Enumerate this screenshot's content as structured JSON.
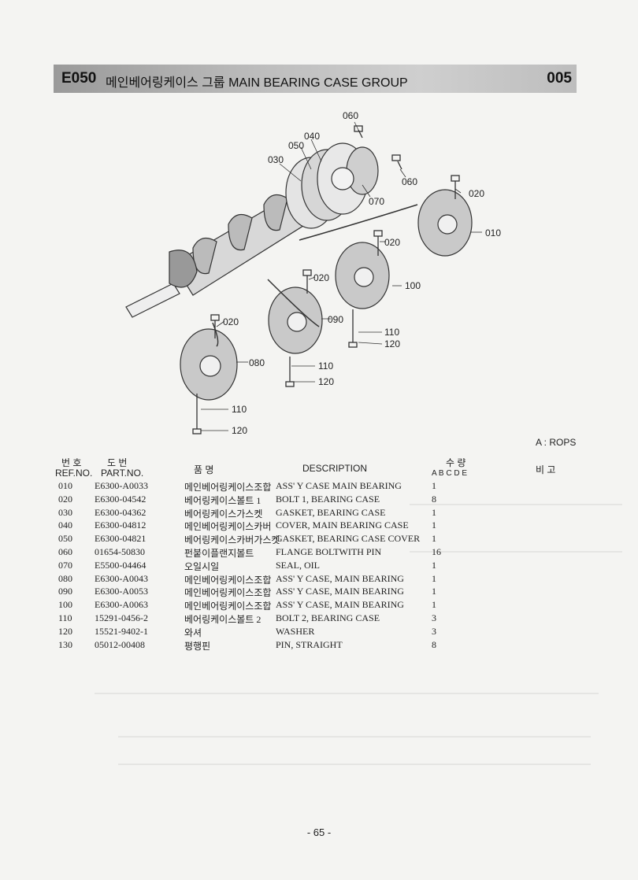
{
  "header": {
    "code": "E050",
    "title": "메인베어링케이스 그룹  MAIN BEARING CASE GROUP",
    "page_code": "005"
  },
  "diagram": {
    "callouts": [
      "060",
      "040",
      "050",
      "030",
      "060",
      "070",
      "020",
      "010",
      "020",
      "100",
      "020",
      "090",
      "110",
      "120",
      "020",
      "080",
      "110",
      "120",
      "110",
      "120"
    ]
  },
  "note": "A : ROPS",
  "columns": {
    "ref_ko": "번 호",
    "ref_en": "REF.NO.",
    "part_ko": "도  번",
    "part_en": "PART.NO.",
    "name_ko": "품   명",
    "desc": "DESCRIPTION",
    "qty_ko": "수   량",
    "qty_cols": "A  B  C  D  E",
    "remark": "비  고"
  },
  "parts": [
    {
      "ref": "010",
      "part": "E6300-A0033",
      "kor": "메인베어링케이스조합",
      "desc": "ASS' Y CASE MAIN BEARING",
      "qty": "1"
    },
    {
      "ref": "020",
      "part": "E6300-04542",
      "kor": "베어링케이스볼트 1",
      "desc": "BOLT 1, BEARING CASE",
      "qty": "8"
    },
    {
      "ref": "030",
      "part": "E6300-04362",
      "kor": "베어링케이스가스켓",
      "desc": "GASKET, BEARING CASE",
      "qty": "1"
    },
    {
      "ref": "040",
      "part": "E6300-04812",
      "kor": "메인베어링케이스카버",
      "desc": "COVER, MAIN BEARING CASE",
      "qty": "1"
    },
    {
      "ref": "050",
      "part": "E6300-04821",
      "kor": "베어링케이스카버가스켓",
      "desc": "GASKET, BEARING CASE COVER",
      "qty": "1"
    },
    {
      "ref": "060",
      "part": "01654-50830",
      "kor": "펀붙이플랜지볼트",
      "desc": "FLANGE BOLTWITH PIN",
      "qty": "16"
    },
    {
      "ref": "070",
      "part": "E5500-04464",
      "kor": "오일시일",
      "desc": "SEAL, OIL",
      "qty": "1"
    },
    {
      "ref": "080",
      "part": "E6300-A0043",
      "kor": "메인베어링케이스조합",
      "desc": "ASS' Y CASE, MAIN BEARING",
      "qty": "1"
    },
    {
      "ref": "090",
      "part": "E6300-A0053",
      "kor": "메인베어링케이스조합",
      "desc": "ASS' Y CASE, MAIN BEARING",
      "qty": "1"
    },
    {
      "ref": "100",
      "part": "E6300-A0063",
      "kor": "메인베어링케이스조합",
      "desc": "ASS' Y CASE, MAIN BEARING",
      "qty": "1"
    },
    {
      "ref": "110",
      "part": "15291-0456-2",
      "kor": "베어링케이스볼트 2",
      "desc": "BOLT 2, BEARING CASE",
      "qty": "3"
    },
    {
      "ref": "120",
      "part": "15521-9402-1",
      "kor": "와셔",
      "desc": "WASHER",
      "qty": "3"
    },
    {
      "ref": "130",
      "part": "05012-00408",
      "kor": "평행핀",
      "desc": "PIN, STRAIGHT",
      "qty": "8"
    }
  ],
  "footer": {
    "page": "- 65 -"
  }
}
